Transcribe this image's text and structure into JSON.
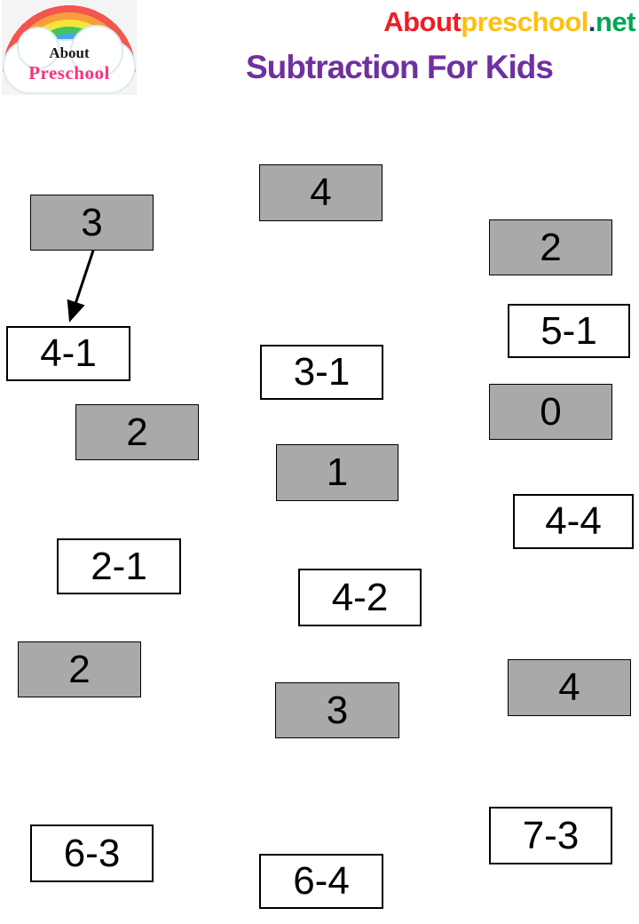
{
  "header": {
    "logo": {
      "text_top": "About",
      "text_top_color": "#1a1a1a",
      "text_bottom": "Preschool",
      "text_bottom_color": "#f4357f"
    },
    "brand": {
      "seg_about": "About",
      "seg_about_color": "#ee1c25",
      "seg_preschool": "preschool",
      "seg_preschool_color": "#fdc010",
      "seg_dot": ".",
      "seg_dot_color": "#1f3864",
      "seg_net": "net",
      "seg_net_color": "#00a651"
    },
    "title": {
      "text": "Subtraction For Kids",
      "color": "#7030a0"
    }
  },
  "worksheet": {
    "colors": {
      "answer_fill": "#a9a9a9",
      "problem_fill": "#ffffff",
      "border": "#000000"
    },
    "arrow": {
      "from_label": "3",
      "to_label": "4-1"
    },
    "boxes": [
      {
        "kind": "answer",
        "label": "4"
      },
      {
        "kind": "answer",
        "label": "3"
      },
      {
        "kind": "answer",
        "label": "2"
      },
      {
        "kind": "problem",
        "label": "5-1"
      },
      {
        "kind": "problem",
        "label": "4-1"
      },
      {
        "kind": "problem",
        "label": "3-1"
      },
      {
        "kind": "answer",
        "label": "0"
      },
      {
        "kind": "answer",
        "label": "2"
      },
      {
        "kind": "answer",
        "label": "1"
      },
      {
        "kind": "problem",
        "label": "4-4"
      },
      {
        "kind": "problem",
        "label": "2-1"
      },
      {
        "kind": "problem",
        "label": "4-2"
      },
      {
        "kind": "answer",
        "label": "2"
      },
      {
        "kind": "answer",
        "label": "4"
      },
      {
        "kind": "answer",
        "label": "3"
      },
      {
        "kind": "problem",
        "label": "7-3"
      },
      {
        "kind": "problem",
        "label": "6-3"
      },
      {
        "kind": "problem",
        "label": "6-4"
      }
    ]
  }
}
